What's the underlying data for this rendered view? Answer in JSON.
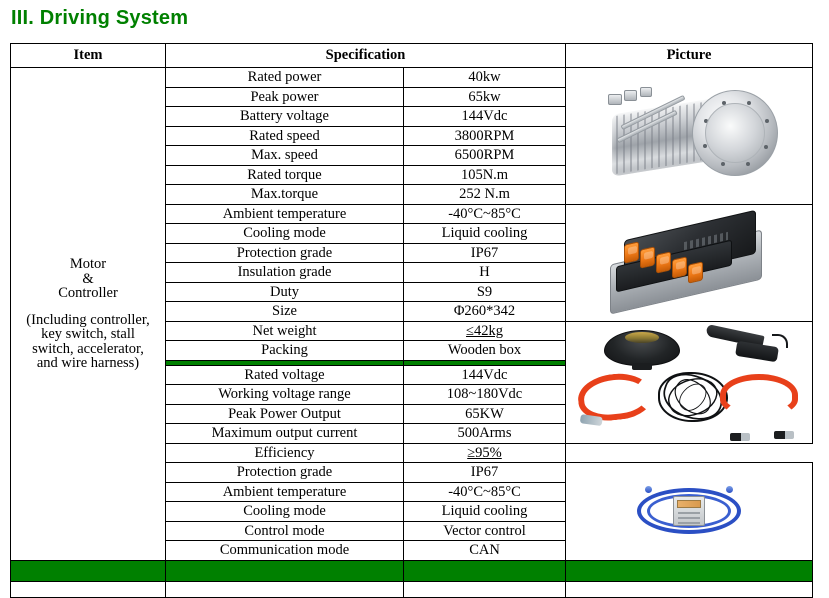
{
  "title": "III. Driving System",
  "table": {
    "headers": {
      "item": "Item",
      "specification": "Specification",
      "picture": "Picture"
    },
    "item_label": {
      "main": "Motor\n&\nController",
      "sub": "(Including controller,\nkey switch, stall\nswitch, accelerator,\nand wire harness)"
    },
    "motor_rows": [
      {
        "key": "Rated power",
        "value": "40kw"
      },
      {
        "key": "Peak power",
        "value": "65kw"
      },
      {
        "key": "Battery voltage",
        "value": "144Vdc"
      },
      {
        "key": "Rated speed",
        "value": "3800RPM"
      },
      {
        "key": "Max. speed",
        "value": "6500RPM"
      },
      {
        "key": "Rated torque",
        "value": "105N.m"
      },
      {
        "key": "Max.torque",
        "value": "252 N.m"
      },
      {
        "key": "Ambient temperature",
        "value": "-40°C~85°C"
      },
      {
        "key": "Cooling mode",
        "value": "Liquid cooling"
      },
      {
        "key": "Protection grade",
        "value": "IP67"
      },
      {
        "key": "Insulation grade",
        "value": "H"
      },
      {
        "key": "Duty",
        "value": "S9"
      },
      {
        "key": "Size",
        "value": "Φ260*342"
      },
      {
        "key": "Net weight",
        "value": "≤42kg"
      },
      {
        "key": "Packing",
        "value": "Wooden box"
      }
    ],
    "controller_rows": [
      {
        "key": "Rated voltage",
        "value": "144Vdc"
      },
      {
        "key": "Working voltage range",
        "value": "108~180Vdc"
      },
      {
        "key": "Peak Power Output",
        "value": "65KW"
      },
      {
        "key": "Maximum output current",
        "value": "500Arms"
      },
      {
        "key": "Efficiency",
        "value": "≥95%"
      },
      {
        "key": "Protection grade",
        "value": "IP67"
      },
      {
        "key": "Ambient temperature",
        "value": "-40°C~85°C"
      },
      {
        "key": "Cooling mode",
        "value": "Liquid cooling"
      },
      {
        "key": "Control mode",
        "value": "Vector control"
      },
      {
        "key": "Communication mode",
        "value": "CAN"
      }
    ],
    "pictures": [
      {
        "name": "motor-photo",
        "caption": "Electric drive motor assembly"
      },
      {
        "name": "controller-photo",
        "caption": "Motor controller unit"
      },
      {
        "name": "accessories-photo",
        "caption": "Key switch, accelerator pedal and wire harness"
      },
      {
        "name": "meter-cable-photo",
        "caption": "Diagnostic meter with cable"
      }
    ]
  },
  "colors": {
    "title_green": "#008000",
    "divider_green": "#008000",
    "border_black": "#000000",
    "connector_orange": "#ef7a17",
    "cable_red": "#e8401a",
    "cable_blue": "#2b4fc4"
  }
}
